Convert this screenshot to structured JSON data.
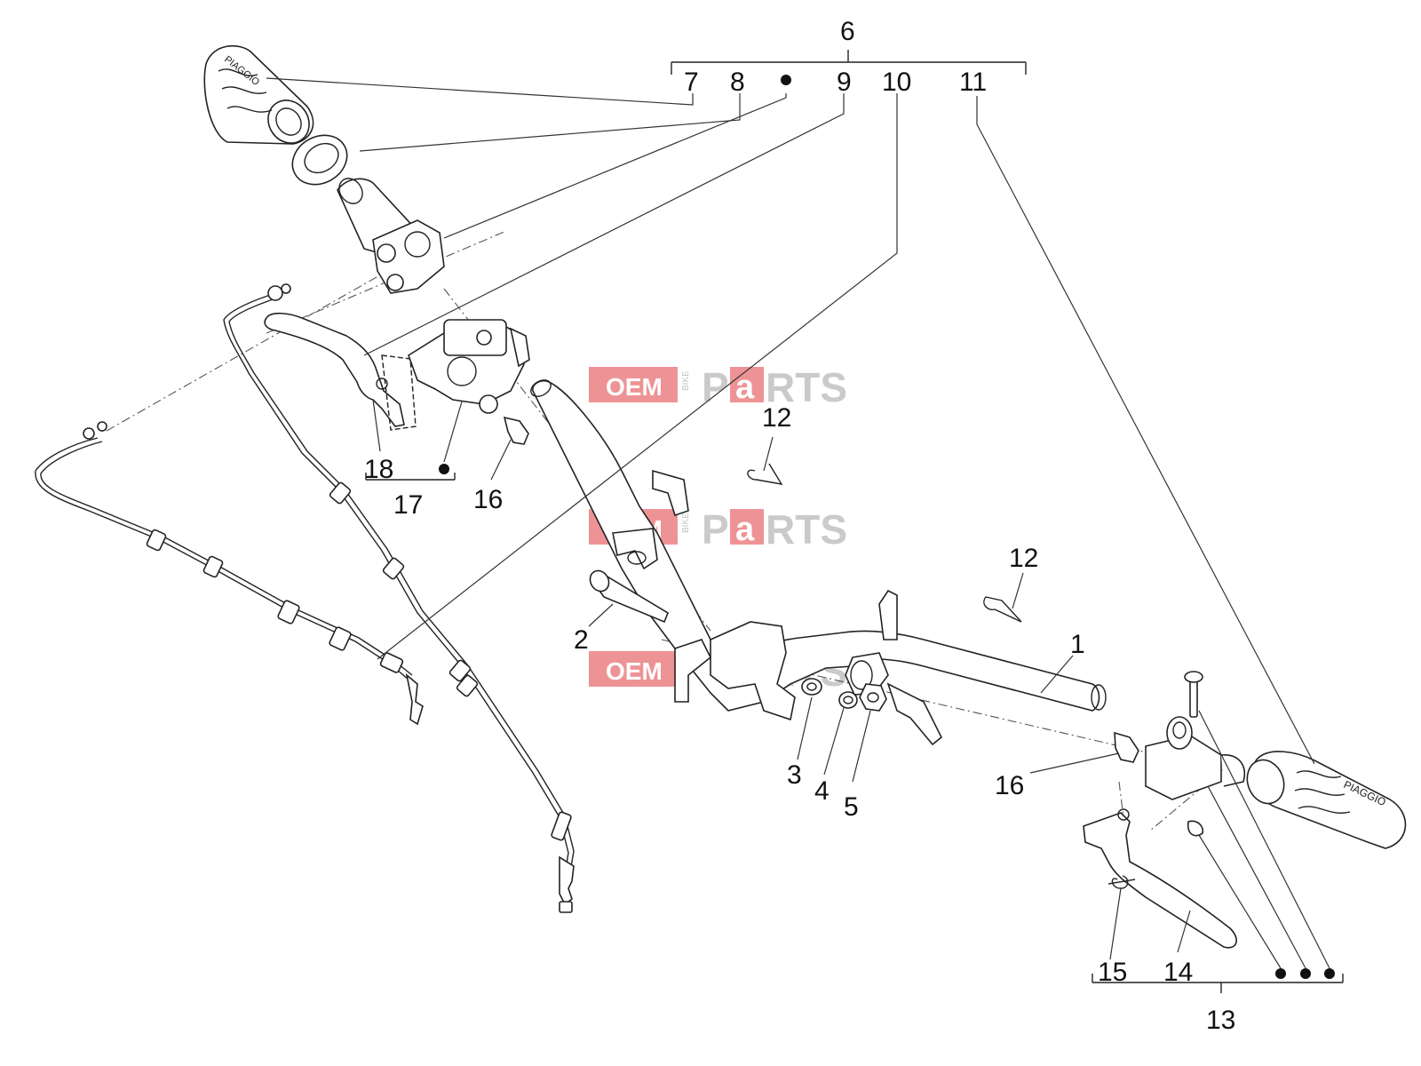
{
  "diagram": {
    "callouts": {
      "c1": "1",
      "c2": "2",
      "c3": "3",
      "c4": "4",
      "c5": "5",
      "c6": "6",
      "c7": "7",
      "c8": "8",
      "c9": "9",
      "c10": "10",
      "c11": "11",
      "c12a": "12",
      "c12b": "12",
      "c13": "13",
      "c14": "14",
      "c15": "15",
      "c16a": "16",
      "c16b": "16",
      "c17": "17",
      "c18": "18"
    },
    "grip_brand": "PIAGGIO"
  },
  "watermark": {
    "oem": "OEM",
    "bike": "BIKE",
    "parts_p": "P",
    "parts_a": "a",
    "parts_rest": "RTS"
  },
  "colors": {
    "line": "#222222",
    "watermark_red": "#e03a3e",
    "watermark_grey": "#8c8c8c"
  }
}
